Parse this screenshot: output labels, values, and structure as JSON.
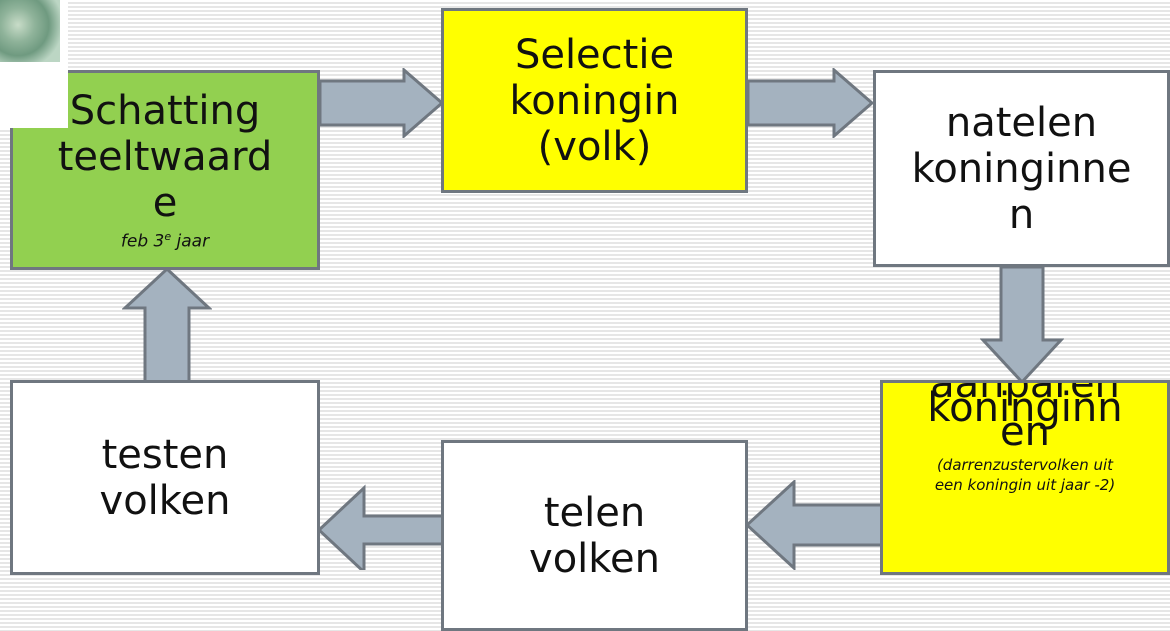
{
  "colors": {
    "green": "#92d050",
    "yellow": "#ffff00",
    "white": "#ffffff",
    "arrow_fill": "#a4b2bf",
    "border": "#6f7780"
  },
  "boxes": {
    "schatting": {
      "line1": "Schatting",
      "line2": "teeltwaard",
      "line3": "e",
      "note_pre": "feb 3",
      "note_sup": "e",
      "note_post": " jaar"
    },
    "selectie": {
      "line1": "Selectie",
      "line2": "koningin",
      "line3": "(volk)"
    },
    "natelen": {
      "line1": "natelen",
      "line2": "koninginne",
      "line3": "n"
    },
    "aanparen": {
      "line1": "aanparen",
      "line2": "koninginn",
      "line3": "en",
      "note1": "(darrenzustervolken uit",
      "note2": "een koningin uit jaar -2)"
    },
    "telen": {
      "line1": "telen",
      "line2": "volken"
    },
    "testen": {
      "line1": "testen",
      "line2": "volken"
    }
  },
  "icons": [
    "thumbnail-image"
  ]
}
